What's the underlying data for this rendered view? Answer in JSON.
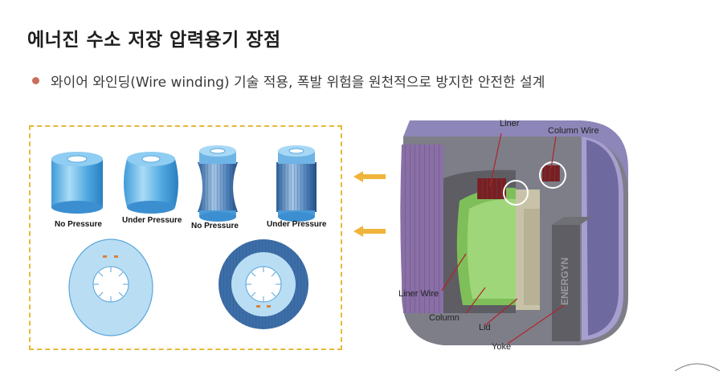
{
  "slide": {
    "title": "에너진 수소 저장 압력용기 장점",
    "bullet": "와이어 와인딩(Wire winding) 기술 적용, 폭발 위험을 원천적으로 방지한 안전한 설계"
  },
  "left_figure": {
    "captions": {
      "no_pressure_1": "No Pressure",
      "under_pressure_1": "Under Pressure",
      "no_pressure_2": "No Pressure",
      "under_pressure_2": "Under Pressure"
    }
  },
  "right_figure": {
    "labels": {
      "liner": "Liner",
      "column_wire": "Column Wire",
      "liner_wire": "Liner Wire",
      "column": "Column",
      "lid": "Lid",
      "yoke": "Yoke"
    },
    "brand_mark": "ENERGYN"
  },
  "colors": {
    "accent_dashed_border": "#e6b93a",
    "arrow": "#f0b43a",
    "bullet": "#c8705c"
  }
}
